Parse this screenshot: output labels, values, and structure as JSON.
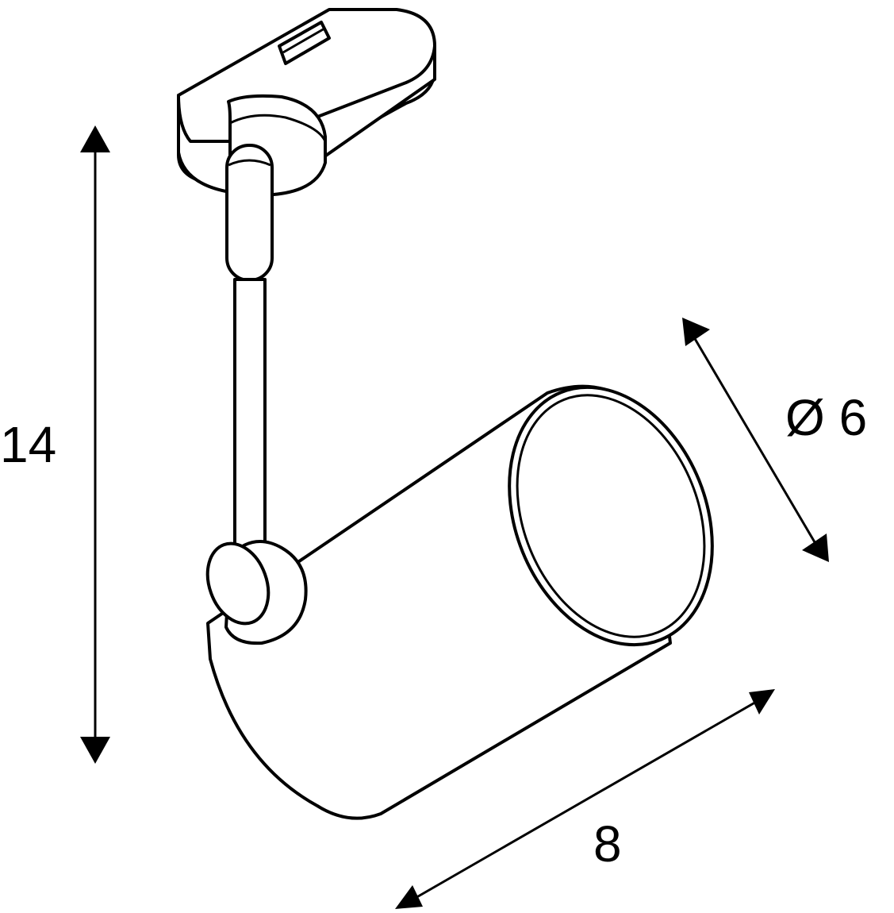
{
  "dimensions": {
    "height_label": "14",
    "diameter_label": "Ø 6",
    "length_label": "8"
  },
  "colors": {
    "line": "#000000",
    "background": "#ffffff"
  }
}
